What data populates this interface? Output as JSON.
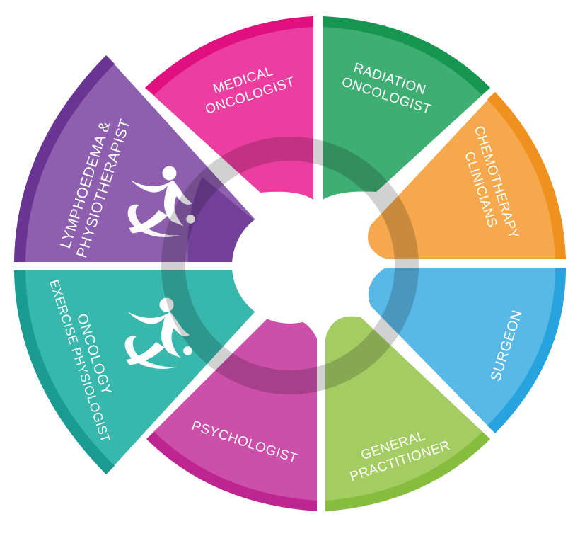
{
  "segments": [
    {
      "id": "medical-oncologist",
      "lines": [
        "MEDICAL",
        "ONCOLOGIST"
      ],
      "color": "#ec3da0",
      "rim": "#e0117f",
      "icon": ""
    },
    {
      "id": "radiation-oncologist",
      "lines": [
        "RADIATION",
        "ONCOLOGIST"
      ],
      "color": "#3fae73",
      "rim": "#16964f",
      "icon": ""
    },
    {
      "id": "chemotherapy-clinicians",
      "lines": [
        "CHEMOTHERAPY",
        "CLINICIANS"
      ],
      "color": "#f6a94c",
      "rim": "#f0901f",
      "icon": ""
    },
    {
      "id": "surgeon",
      "lines": [
        "SURGEON"
      ],
      "color": "#59b9e6",
      "rim": "#27a3de",
      "icon": ""
    },
    {
      "id": "general-practitioner",
      "lines": [
        "GENERAL",
        "PRACTITIONER"
      ],
      "color": "#a3cd63",
      "rim": "#86bd3c",
      "icon": ""
    },
    {
      "id": "psychologist",
      "lines": [
        "PSYCHOLOGIST"
      ],
      "color": "#cc4fa9",
      "rim": "#bd2691",
      "icon": ""
    },
    {
      "id": "oncology-exercise-physiologist",
      "lines": [
        "ONCOLOGY",
        "EXERCISE PHYSIOLOGIST"
      ],
      "color": "#38b7ad",
      "rim": "#1b9b92",
      "icon": "active-person-icon"
    },
    {
      "id": "lymphoedema-physiotherapist",
      "lines": [
        "LYMPHOEDEMA &",
        "PHYSIOTHERAPIST"
      ],
      "color": "#8d5fae",
      "rim": "#6a3592",
      "icon": "active-person-icon"
    }
  ]
}
